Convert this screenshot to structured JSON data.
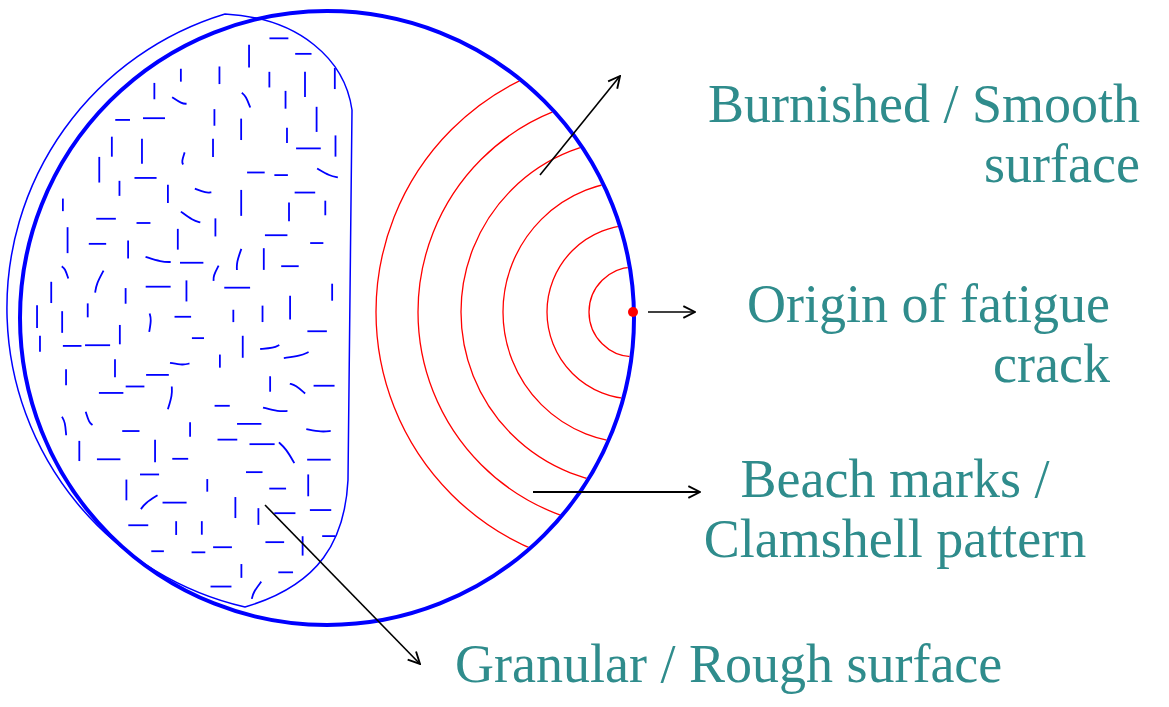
{
  "diagram": {
    "labels": [
      "Burnished / Smooth surface",
      "Origin of fatigue crack",
      "Beach marks / Clamshell pattern",
      "Granular / Rough surface"
    ]
  }
}
